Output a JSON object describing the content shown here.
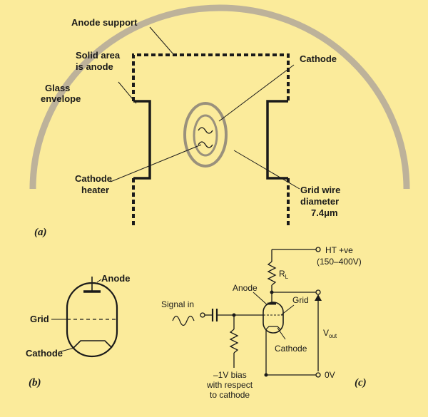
{
  "panel_a": {
    "label": "(a)",
    "anode_support": "Anode support",
    "solid_area_1": "Solid area",
    "solid_area_2": "is anode",
    "glass_1": "Glass",
    "glass_2": "envelope",
    "cathode": "Cathode",
    "heater_1": "Cathode",
    "heater_2": "heater",
    "grid_1": "Grid wire",
    "grid_2": "diameter",
    "grid_3": "7.4μm"
  },
  "panel_b": {
    "label": "(b)",
    "anode": "Anode",
    "grid": "Grid",
    "cathode": "Cathode"
  },
  "panel_c": {
    "label": "(c)",
    "ht": "HT +ve",
    "ht_range": "(150–400V)",
    "rl": "R",
    "rl_sub": "L",
    "anode": "Anode",
    "grid": "Grid",
    "signal": "Signal in",
    "vout": "V",
    "vout_sub": "out",
    "cathode": "Cathode",
    "bias_1": "–1V bias",
    "bias_2": "with respect",
    "bias_3": "to cathode",
    "zero": "0V"
  },
  "colors": {
    "background": "#fbeb9b",
    "glass": "#bdb29a",
    "ink": "#1a1a1a"
  }
}
